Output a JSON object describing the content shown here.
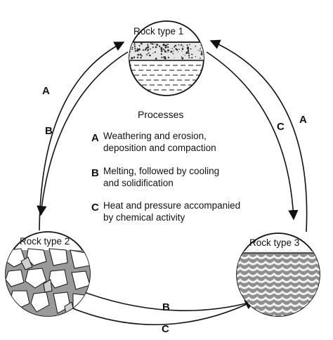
{
  "rocks": {
    "rock1": {
      "label": "Rock type 1"
    },
    "rock2": {
      "label": "Rock type 2"
    },
    "rock3": {
      "label": "Rock type 3"
    }
  },
  "arrow_letters": {
    "a_left": "A",
    "b_left": "B",
    "c_right": "C",
    "a_right": "A",
    "b_bottom": "B",
    "c_bottom": "C"
  },
  "processes": {
    "heading": "Processes",
    "items": [
      {
        "letter": "A",
        "line1": "Weathering and erosion,",
        "line2": "deposition and compaction"
      },
      {
        "letter": "B",
        "line1": "Melting, followed by cooling",
        "line2": "and solidification"
      },
      {
        "letter": "C",
        "line1": "Heat and pressure accompanied",
        "line2": "by chemical activity"
      }
    ]
  },
  "icons": [
    "sedimentary-texture-icon",
    "igneous-texture-icon",
    "metamorphic-texture-icon"
  ],
  "colors": {
    "line": "#111111",
    "fill_gray": "#9a9a9a",
    "background": "#ffffff"
  }
}
